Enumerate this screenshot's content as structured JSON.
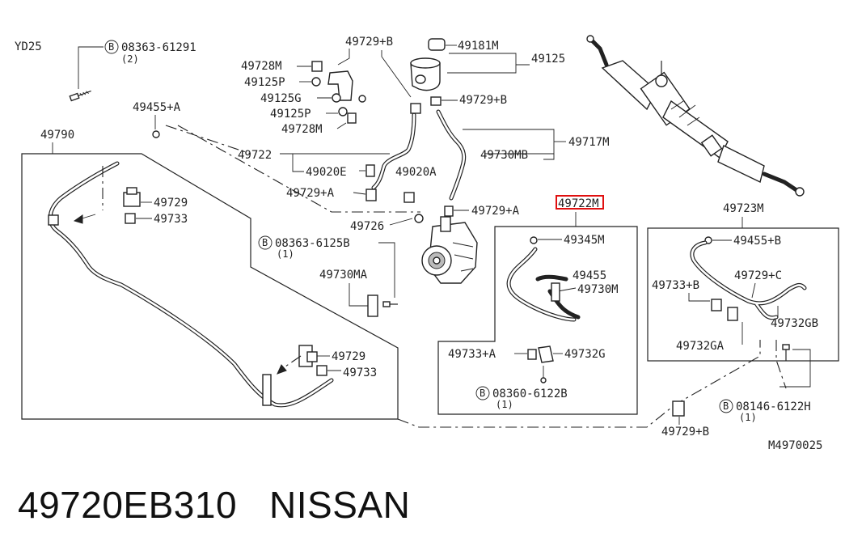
{
  "diagram": {
    "engine_code": "YD25",
    "figure_code": "M4970025",
    "highlight_color": "#e01010",
    "labels": {
      "bolt_08363_61291": "08363-61291",
      "bolt_08363_61291_qty": "(2)",
      "p49790": "49790",
      "p49455a": "49455+A",
      "p49729_left_top": "49729",
      "p49733_left_top": "49733",
      "p49729b_top": "49729+B",
      "p49181m": "49181M",
      "p49125": "49125",
      "p49728m_1": "49728M",
      "p49125p_1": "49125P",
      "p49125g": "49125G",
      "p49125p_2": "49125P",
      "p49728m_2": "49728M",
      "p49729b_mid": "49729+B",
      "p49717m": "49717M",
      "p49722": "49722",
      "p49020e": "49020E",
      "p49020a": "49020A",
      "p49730mb": "49730MB",
      "p49729a_1": "49729+A",
      "p49729a_2": "49729+A",
      "p49726": "49726",
      "p49722m_highlight": "49722M",
      "p49723m": "49723M",
      "bolt_08363_6125b": "08363-6125B",
      "bolt_08363_6125b_qty": "(1)",
      "p49730ma": "49730MA",
      "p49345m": "49345M",
      "p49455": "49455",
      "p49730m": "49730M",
      "p49455b": "49455+B",
      "p49733b": "49733+B",
      "p49729c": "49729+C",
      "p49732gb": "49732GB",
      "p49732ga": "49732GA",
      "p49729_left_bottom": "49729",
      "p49733_left_bottom": "49733",
      "p49733a": "49733+A",
      "p49732g": "49732G",
      "bolt_08360_6122b": "08360-6122B",
      "bolt_08360_6122b_qty": "(1)",
      "bolt_08146_6122h": "08146-6122H",
      "bolt_08146_6122h_qty": "(1)",
      "p49729b_bottom": "49729+B",
      "circle_b": "B"
    }
  },
  "caption": {
    "part_number": "49720EB310",
    "brand": "NISSAN"
  }
}
